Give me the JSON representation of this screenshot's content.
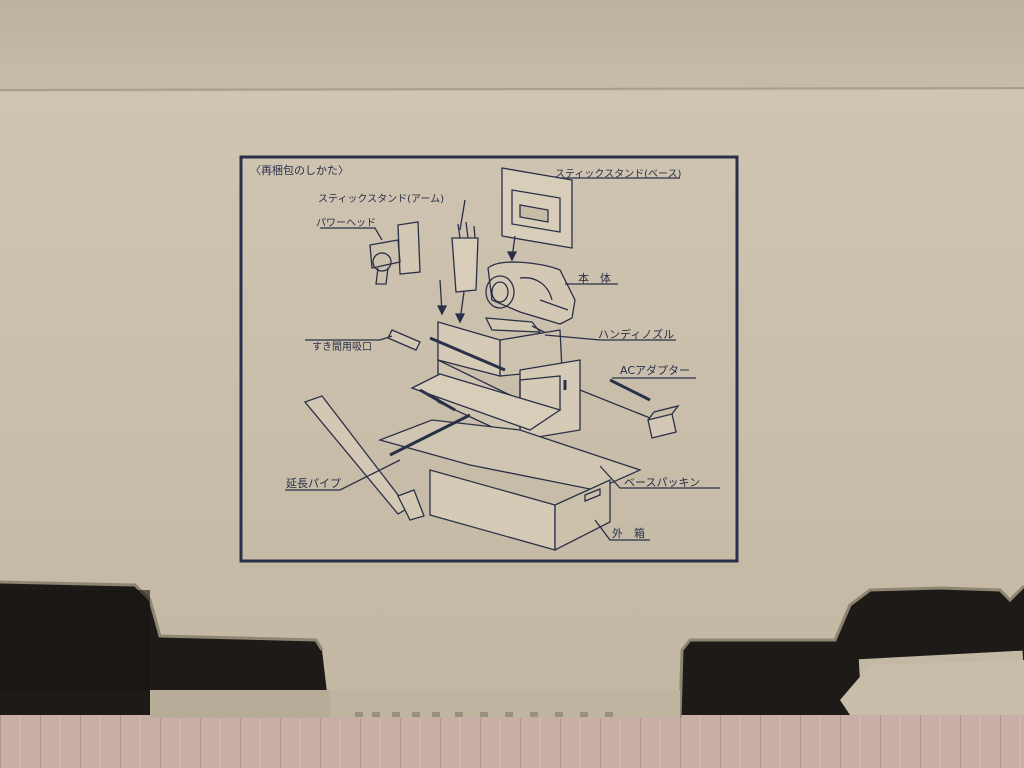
{
  "diagram": {
    "title": "〈再梱包のしかた〉",
    "labels": {
      "stand_base": "スティックスタンド(ベース)",
      "stand_arm": "スティックスタンド(アーム)",
      "power_head": "パワーヘッド",
      "main_body": "本　体",
      "handy_nozzle": "ハンディノズル",
      "crevice_nozzle": "すき間用吸口",
      "ac_adapter": "ACアダプター",
      "extension_pipe": "延長パイプ",
      "base_packing": "ベースパッキン",
      "outer_box": "外　箱"
    }
  },
  "colors": {
    "cardboard": "#c9bea9",
    "ink": "#2a3048",
    "floor": "#c7aba6"
  }
}
